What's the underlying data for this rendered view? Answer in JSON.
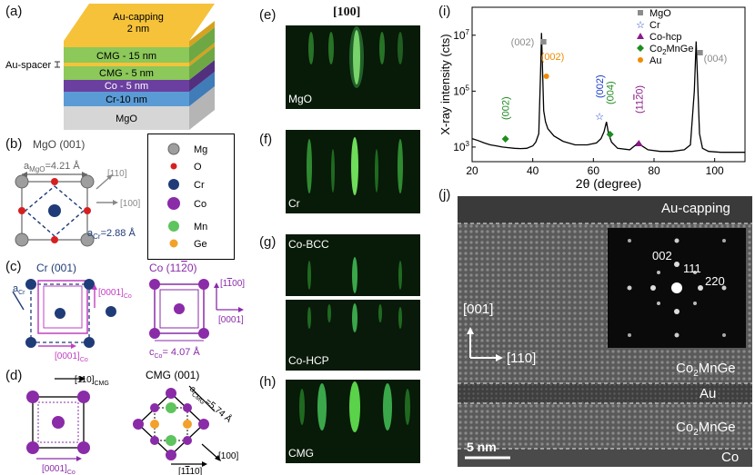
{
  "panels": {
    "a": "(a)",
    "b": "(b)",
    "c": "(c)",
    "d": "(d)",
    "e": "(e)",
    "f": "(f)",
    "g": "(g)",
    "h": "(h)",
    "i": "(i)",
    "j": "(j)"
  },
  "stack": {
    "side_label": "Au-spacer",
    "layers": [
      "Au-capping",
      "2 nm",
      "CMG - 15 nm",
      "CMG - 5 nm",
      "Co - 5 nm",
      "Cr-10 nm",
      "MgO"
    ],
    "colors": {
      "au": "#f5c23a",
      "cmg": "#8cc85a",
      "co": "#6b3fa0",
      "cr": "#5a9bd5",
      "mgo": "#d9d9d9"
    }
  },
  "b": {
    "title": "MgO (001)",
    "a_mgo": "a",
    "a_mgo_sub": "MgO",
    "a_mgo_val": "=4.21 Å",
    "dir_110": "[110]",
    "dir_100": "[100]",
    "a_cr": "a",
    "a_cr_sub": "Cr",
    "a_cr_val": "=2.88 Å"
  },
  "legend": {
    "items": [
      {
        "label": "Mg",
        "color": "#9e9e9e"
      },
      {
        "label": "O",
        "color": "#d62020"
      },
      {
        "label": "Cr",
        "color": "#1f3c78"
      },
      {
        "label": "Co",
        "color": "#8a2ba8"
      },
      {
        "label": "Mn",
        "color": "#5ec45e"
      },
      {
        "label": "Ge",
        "color": "#f2a12a"
      }
    ]
  },
  "c": {
    "cr_title": "Cr (001)",
    "co_title": "Co (11",
    "co_title2": "0)",
    "a_cr": "a",
    "a_cr_sub": "Cr",
    "co_0001_a": "[0001]",
    "co_sub": "Co",
    "co_0001_b": "[0001]",
    "co_1100": "[1",
    "co_1100b": "00]",
    "co_0001_c": "[0001]",
    "c_co": "c",
    "c_co_sub": "Co",
    "c_co_val": "= 4.07 Å"
  },
  "d": {
    "dir_110_cmg": "[110]",
    "cmg_sub": "CMG",
    "dir_0001": "[0001]",
    "co_sub": "Co",
    "cmg_title": "CMG (001)",
    "a_cmg": "a",
    "a_cmg_sub": "CMG",
    "a_cmg_val": "=5.74 Å",
    "dir_100": "[100]",
    "dir_110b": "[1",
    "dir_110b2": "10]"
  },
  "rheed": {
    "header": "[100]",
    "e": "MgO",
    "f": "Cr",
    "g1": "Co-BCC",
    "g2": "Co-HCP",
    "h": "CMG"
  },
  "chart_data": {
    "type": "line",
    "xlabel": "2θ (degree)",
    "ylabel": "X-ray intensity (cts)",
    "xlim": [
      20,
      110
    ],
    "yscale": "log",
    "ylim": [
      300,
      100000000
    ],
    "xticks": [
      20,
      40,
      60,
      80,
      100
    ],
    "yticks": [
      {
        "base": "10",
        "exp": "3",
        "value": 1000
      },
      {
        "base": "10",
        "exp": "5",
        "value": 100000
      },
      {
        "base": "10",
        "exp": "7",
        "value": 10000000
      }
    ],
    "x": [
      20,
      22,
      24,
      26,
      28,
      30,
      32,
      34,
      36,
      38,
      40,
      41,
      42,
      42.6,
      42.9,
      43.2,
      43.6,
      44.2,
      45,
      47,
      50,
      54,
      58,
      61,
      62.5,
      63.5,
      64.3,
      65,
      66,
      68,
      72,
      74,
      75,
      76,
      78,
      82,
      86,
      90,
      92,
      93.3,
      93.9,
      94.4,
      95,
      96,
      98,
      102,
      106,
      110
    ],
    "y": [
      2000,
      1700,
      1400,
      1200,
      1100,
      1000,
      950,
      900,
      880,
      900,
      1100,
      1500,
      3000,
      500000,
      12000000,
      800000,
      20000,
      8000,
      4500,
      2500,
      1600,
      1200,
      1200,
      1400,
      2000,
      3500,
      8000,
      3000,
      1500,
      900,
      800,
      1200,
      1600,
      1100,
      800,
      700,
      700,
      800,
      1200,
      100000,
      6000000,
      200000,
      3000,
      900,
      700,
      650,
      650,
      650
    ],
    "legend": [
      {
        "label": "MgO",
        "color": "#8c8c8c",
        "marker": "square"
      },
      {
        "label": "Cr",
        "color": "#1a3cc8",
        "marker": "star"
      },
      {
        "label": "Co-hcp",
        "color": "#8a1a8a",
        "marker": "triangle"
      },
      {
        "label": "Co",
        "label_sub": "2",
        "label_rest": "MnGe",
        "color": "#1e8c1e",
        "marker": "diamond"
      },
      {
        "label": "Au",
        "color": "#f08a00",
        "marker": "circle"
      }
    ],
    "annotations": [
      {
        "text": "(002)",
        "x": 31,
        "color": "#1e8c1e"
      },
      {
        "text": "(002)",
        "x": 43,
        "color": "#8c8c8c"
      },
      {
        "text": "(002)",
        "x": 44.5,
        "color": "#f08a00"
      },
      {
        "text": "(002)",
        "x": 62,
        "color": "#1a3cc8"
      },
      {
        "text": "(004)",
        "x": 65.5,
        "color": "#1e8c1e"
      },
      {
        "text": "(11",
        "text2": "0)",
        "x": 75,
        "color": "#8a1a8a"
      },
      {
        "text": "(004)",
        "x": 94,
        "color": "#8c8c8c"
      }
    ]
  },
  "tem": {
    "au_capping": "Au-capping",
    "fft_002": "002",
    "fft_111": "111",
    "fft_220": "220",
    "dir_001": "[001]",
    "dir_110": "[110]",
    "cmg_top": "Co",
    "cmg_sub": "2",
    "cmg_rest": "MnGe",
    "au": "Au",
    "cmg_bottom": "Co",
    "co": "Co",
    "scale": "5 nm"
  }
}
